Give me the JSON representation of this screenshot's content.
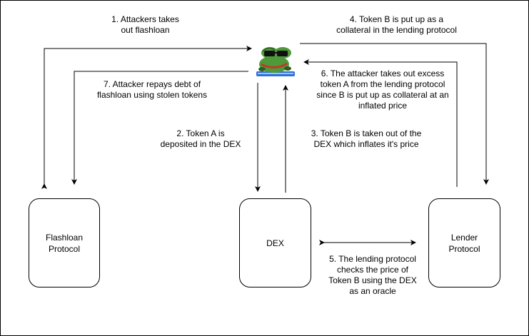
{
  "nodes": {
    "flashloan": "Flashloan\nProtocol",
    "dex": "DEX",
    "lender": "Lender\nProtocol"
  },
  "attacker_icon": "frog-with-sunglasses-icon",
  "steps": {
    "s1": "1. Attackers takes\nout flashloan",
    "s2": "2. Token A is\ndeposited in the DEX",
    "s3": "3. Token B is taken out of the\nDEX which inflates it's price",
    "s4": "4. Token B is put up as a\ncollateral in the lending protocol",
    "s5": "5. The lending protocol\nchecks the price of\nToken B using the DEX\nas an oracle",
    "s6": "6. The attacker takes out excess\ntoken A from the lending protocol\nsince B is put up as collateral at an\ninflated price",
    "s7": "7. Attacker repays debt of\nflashloan using stolen tokens"
  },
  "colors": {
    "line": "#000000",
    "frog_green": "#4e9a3a",
    "frog_dark": "#2c5d20",
    "lips": "#c0392b",
    "board": "#2f6fd6"
  }
}
